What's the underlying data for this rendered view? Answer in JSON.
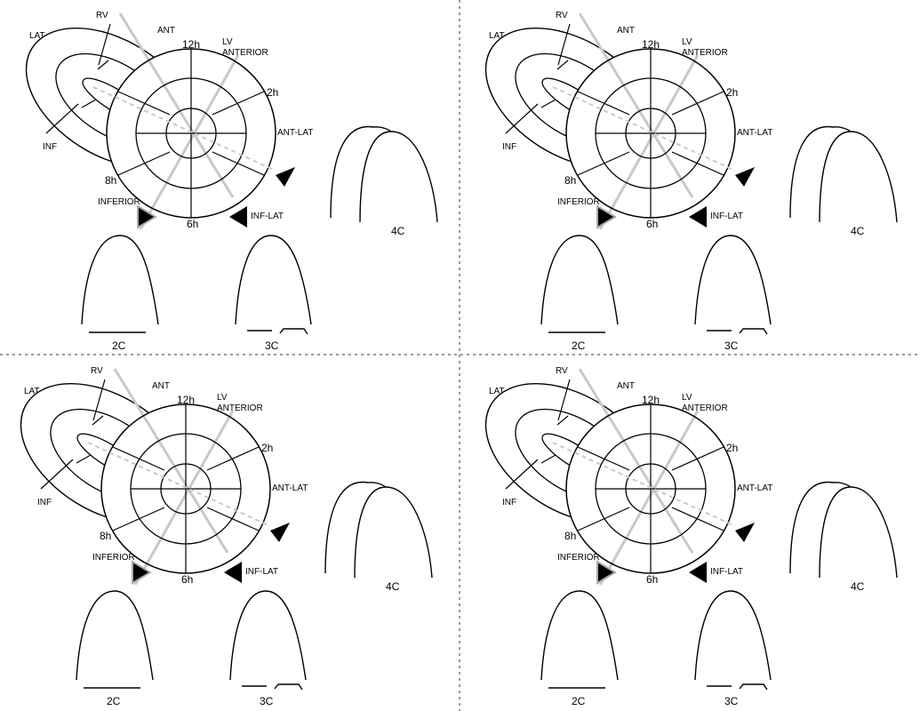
{
  "panels": [
    {
      "id": "top-left"
    },
    {
      "id": "top-right"
    },
    {
      "id": "bottom-left"
    },
    {
      "id": "bottom-right"
    }
  ],
  "labels": {
    "rv": "RV",
    "ant": "ANT",
    "lat": "LAT",
    "inf": "INF",
    "h12": "12h",
    "lv": "LV",
    "anterior": "ANTERIOR",
    "h2": "2h",
    "ant_lat": "ANT-LAT",
    "h8": "8h",
    "inferior": "INFERIOR",
    "h6": "6h",
    "inf_lat": "INF-LAT",
    "view_4c": "4C",
    "view_2c": "2C",
    "view_3c": "3C"
  },
  "colors": {
    "stroke": "#000000",
    "guide": "#c8c8c8",
    "divider": "#777777",
    "arrow_fill": "#000000",
    "arrow_outline": "#aaaaaa"
  },
  "icons": {
    "arrow": "black-triangle-arrow"
  }
}
